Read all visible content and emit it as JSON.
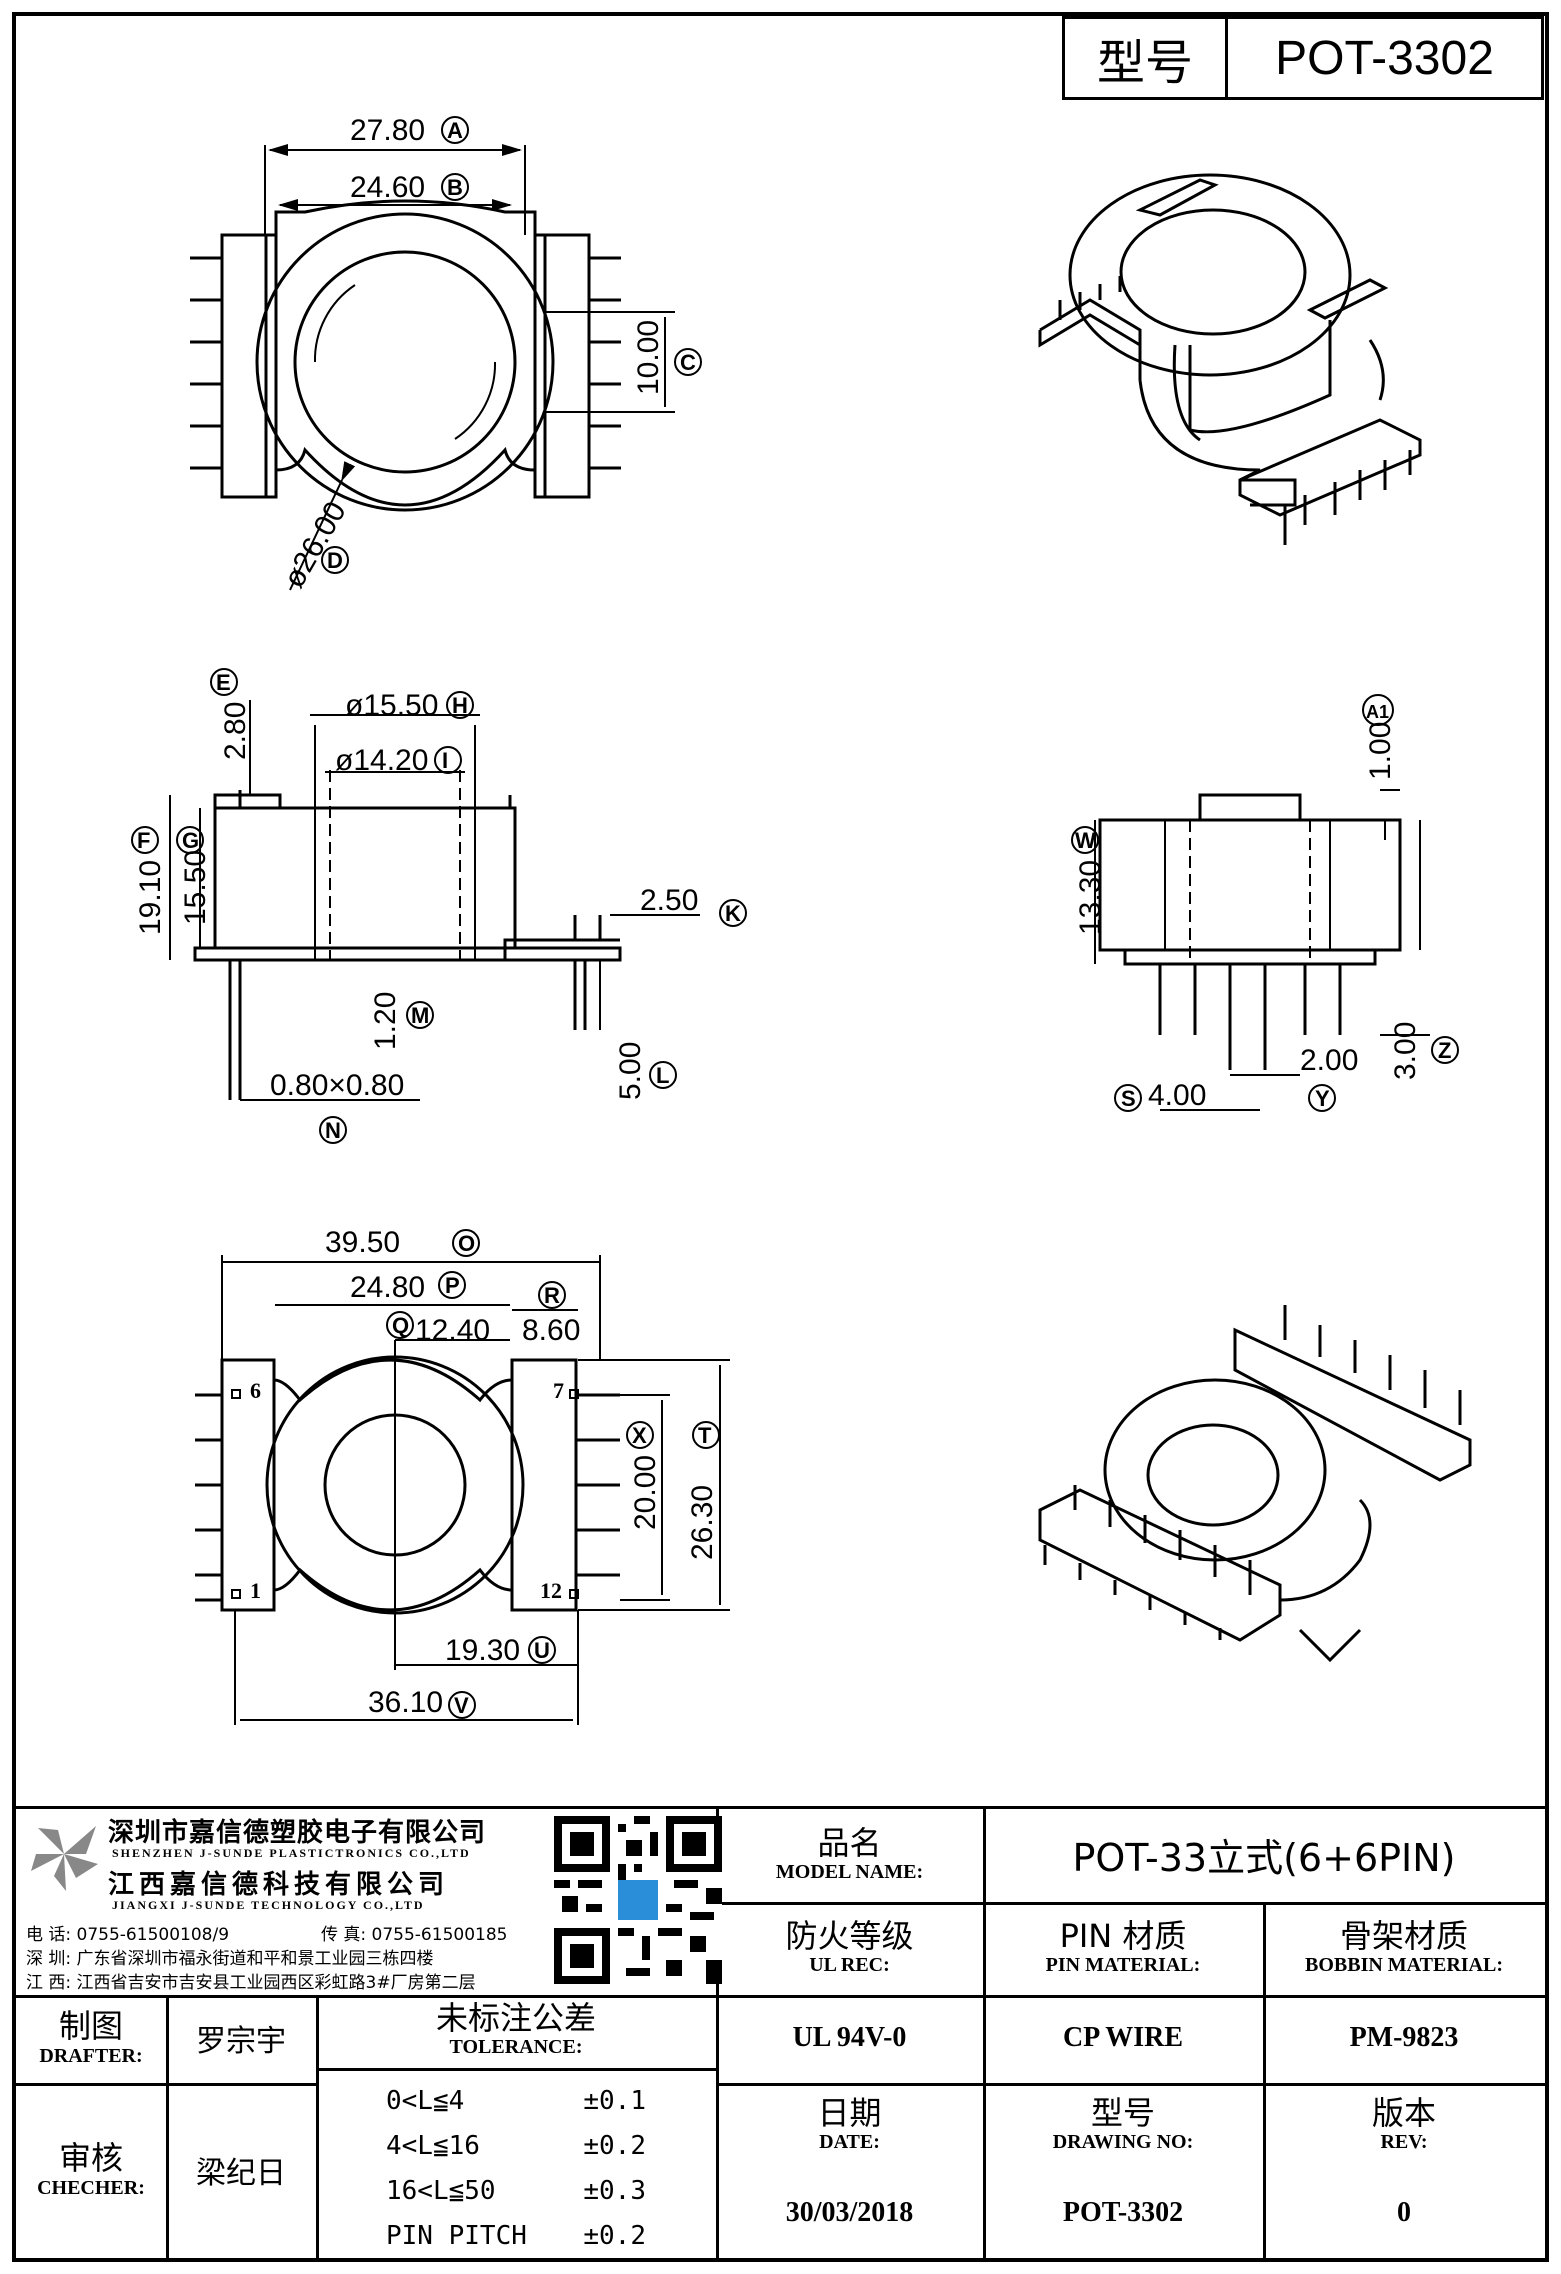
{
  "header": {
    "model_label": "型号",
    "model_value": "POT-3302"
  },
  "top_view": {
    "dims": [
      {
        "value": "27.80",
        "tag": "A"
      },
      {
        "value": "24.60",
        "tag": "B"
      },
      {
        "value": "10.00",
        "tag": "C"
      },
      {
        "value": "ø26.00",
        "tag": "D"
      }
    ]
  },
  "side_view": {
    "dims": [
      {
        "value": "2.80",
        "tag": "E"
      },
      {
        "value": "19.10",
        "tag": "F"
      },
      {
        "value": "15.50",
        "tag": "G"
      },
      {
        "value": "ø15.50",
        "tag": "H"
      },
      {
        "value": "ø14.20",
        "tag": "I"
      },
      {
        "value": "2.50",
        "tag": "K"
      },
      {
        "value": "1.20",
        "tag": "M"
      },
      {
        "value": "5.00",
        "tag": "L"
      },
      {
        "value": "0.80×0.80",
        "tag": "N"
      }
    ]
  },
  "front_view": {
    "dims": [
      {
        "value": "1.00",
        "tag": "A1"
      },
      {
        "value": "13.30",
        "tag": "W"
      },
      {
        "value": "2.00",
        "tag": "Y"
      },
      {
        "value": "3.00",
        "tag": "Z"
      },
      {
        "value": "4.00",
        "tag": "S"
      }
    ]
  },
  "bottom_view": {
    "dims": [
      {
        "value": "39.50",
        "tag": "O"
      },
      {
        "value": "24.80",
        "tag": "P"
      },
      {
        "value": "12.40",
        "tag": "Q"
      },
      {
        "value": "8.60",
        "tag": "R"
      },
      {
        "value": "20.00",
        "tag": "X"
      },
      {
        "value": "26.30",
        "tag": "T"
      },
      {
        "value": "19.30",
        "tag": "U"
      },
      {
        "value": "36.10",
        "tag": "V"
      }
    ],
    "pins": {
      "p6": "6",
      "p1": "1",
      "p7": "7",
      "p12": "12"
    }
  },
  "title_block": {
    "company_cn_1": "深圳市嘉信德塑胶电子有限公司",
    "company_en_1": "SHENZHEN J-SUNDE PLASTICTRONICS CO.,LTD",
    "company_cn_2": "江西嘉信德科技有限公司",
    "company_en_2": "JIANGXI J-SUNDE TECHNOLOGY CO.,LTD",
    "phone": "电 话: 0755-61500108/9",
    "fax": "传 真: 0755-61500185",
    "addr_sz": "深 圳: 广东省深圳市福永街道和平和景工业园三栋四楼",
    "addr_jx": "江 西: 江西省吉安市吉安县工业园西区彩虹路3#厂房第二层",
    "product_name_cn": "品名",
    "product_name_en": "MODEL NAME:",
    "product_name_value": "POT-33立式(6+6PIN)",
    "ul_cn": "防火等级",
    "ul_en": "UL REC:",
    "ul_value": "UL 94V-0",
    "pin_cn": "PIN 材质",
    "pin_en": "PIN MATERIAL:",
    "pin_value": "CP WIRE",
    "bobbin_cn": "骨架材质",
    "bobbin_en": "BOBBIN MATERIAL:",
    "bobbin_value": "PM-9823",
    "drafter_cn": "制图",
    "drafter_en": "DRAFTER:",
    "drafter_value": "罗宗宇",
    "checker_cn": "审核",
    "checker_en": "CHECHER:",
    "checker_value": "梁纪日",
    "tol_cn": "未标注公差",
    "tol_en": "TOLERANCE:",
    "tolerances": [
      {
        "range": "0<L≦4",
        "tol": "±0.1"
      },
      {
        "range": "4<L≦16",
        "tol": "±0.2"
      },
      {
        "range": "16<L≦50",
        "tol": "±0.3"
      },
      {
        "range": "PIN PITCH",
        "tol": "±0.2"
      }
    ],
    "date_cn": "日期",
    "date_en": "DATE:",
    "date_value": "30/03/2018",
    "drawing_cn": "型号",
    "drawing_en": "DRAWING NO:",
    "drawing_value": "POT-3302",
    "rev_cn": "版本",
    "rev_en": "REV:",
    "rev_value": "0"
  }
}
